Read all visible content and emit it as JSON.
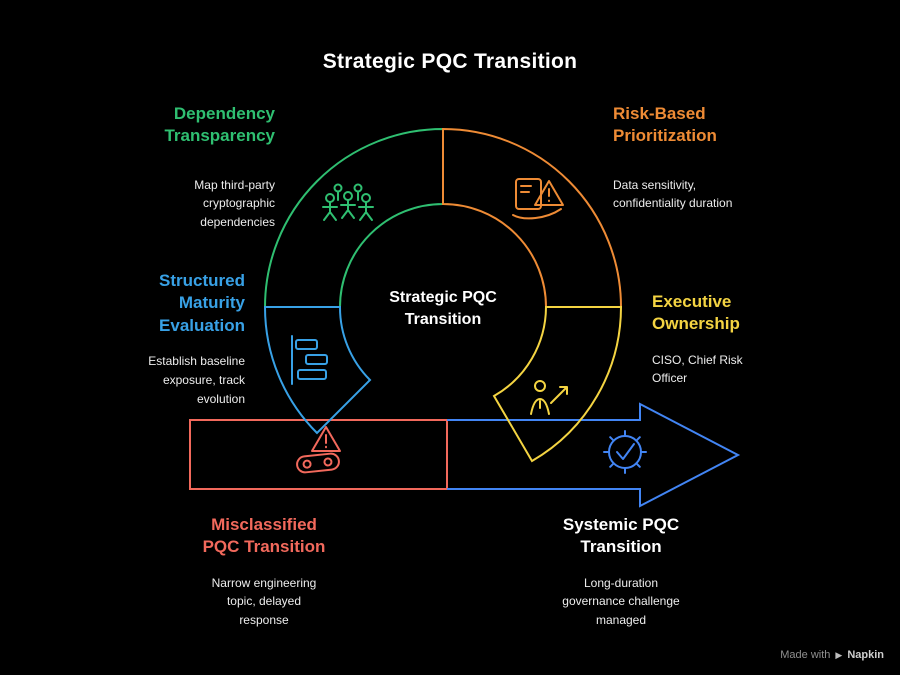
{
  "title": "Strategic PQC Transition",
  "center_label": "Strategic PQC Transition",
  "segments": [
    {
      "title": "Dependency Transparency",
      "desc": "Map third-party cryptographic dependencies",
      "color": "#2fbf71",
      "icon": "people-group-icon"
    },
    {
      "title": "Risk-Based Prioritization",
      "desc": "Data sensitivity, confidentiality duration",
      "color": "#ee8b35",
      "icon": "document-warning-icon"
    },
    {
      "title": "Structured Maturity Evaluation",
      "desc": "Establish baseline exposure, track evolution",
      "color": "#38a1e6",
      "icon": "gantt-chart-icon"
    },
    {
      "title": "Executive Ownership",
      "desc": "CISO, Chief Risk Officer",
      "color": "#f4d442",
      "icon": "person-growth-icon"
    },
    {
      "title": "Misclassified PQC Transition",
      "desc": "Narrow engineering topic, delayed response",
      "color": "#f2695c",
      "icon": "warning-roller-icon"
    },
    {
      "title": "Systemic PQC Transition",
      "desc": "Long-duration governance challenge managed",
      "color": "#4285f4",
      "icon": "gear-check-icon"
    }
  ],
  "footer": {
    "made_with": "Made with",
    "brand": "Napkin"
  }
}
